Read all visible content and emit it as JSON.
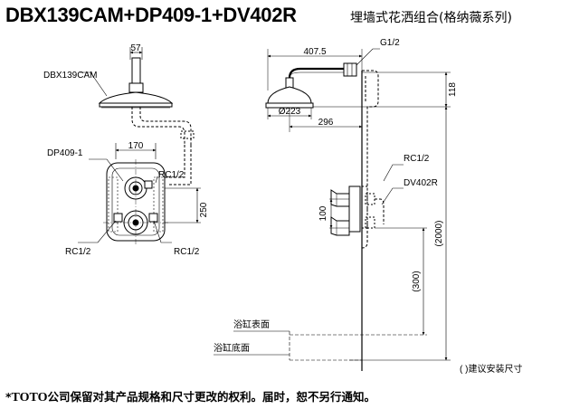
{
  "header": {
    "model": "DBX139CAM+DP409-1+DV402R",
    "subtitle": "埋墙式花洒组合(格纳薇系列)"
  },
  "left_view": {
    "showerhead_label": "DBX139CAM",
    "valve_label": "DP409-1",
    "dim_top": "57",
    "dim_width": "170",
    "dim_height": "250",
    "port_right_upper": "RC1/2",
    "port_left_lower": "RC1/2",
    "port_right_lower": "RC1/2"
  },
  "right_view": {
    "inlet_label": "G1/2",
    "dim_arm": "407.5",
    "dim_head_dia": "Ø223",
    "dim_offset": "296",
    "dim_drop": "118",
    "port_label": "RC1/2",
    "valve_label": "DV402R",
    "dim_valve_spacing": "100",
    "dim_total_height": "(2000)",
    "dim_valve_height": "(300)",
    "bath_top_label": "浴缸表面",
    "bath_bottom_label": "浴缸底面",
    "note": "( )建议安装尺寸"
  },
  "footer": {
    "star": "*",
    "brand": "TOTO",
    "text": "公司保留对其产品规格和尺寸更改的权利。届时，恕不另行通知。"
  }
}
